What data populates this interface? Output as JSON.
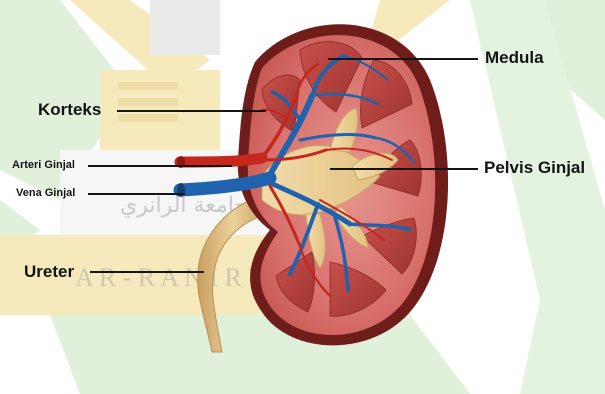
{
  "diagram": {
    "labels": {
      "medula": "Medula",
      "korteks": "Korteks",
      "arteri_ginjal": "Arteri Ginjal",
      "pelvis_ginjal": "Pelvis Ginjal",
      "vena_ginjal": "Vena Ginjal",
      "ureter": "Ureter"
    },
    "watermark": {
      "text": "A R - R A N I R Y",
      "arabic_text": "جامعة الرانري"
    },
    "colors": {
      "watermark_green": "#d6ebd0",
      "watermark_yellow": "#f4e4a8",
      "capsule": "#6e1d1a",
      "cortex": "#d8716c",
      "medulla_pyramid": "#b4413d",
      "pelvis": "#ecd098",
      "vein": "#1f62ad",
      "artery": "#c5271f",
      "ureter": "#e1be82",
      "leader_line": "#141414"
    }
  }
}
